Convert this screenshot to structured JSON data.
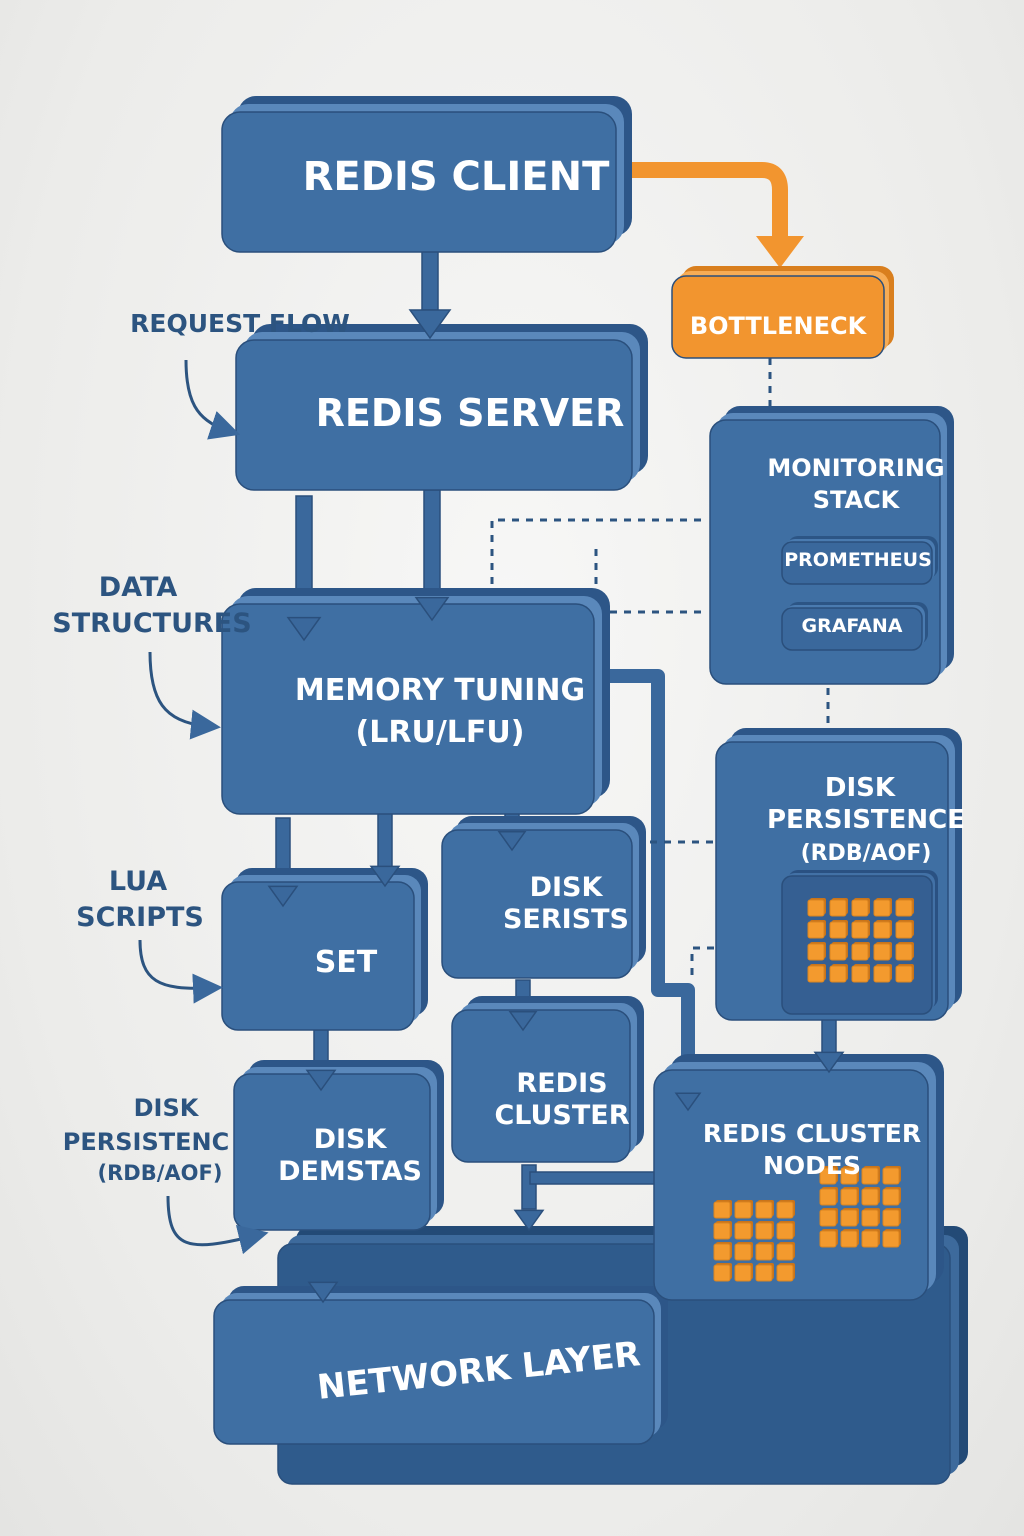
{
  "colors": {
    "box_front": "#3f6fa3",
    "box_top": "#5a88bb",
    "box_side": "#2d5688",
    "box_outline": "#2a4f7c",
    "arrow_blue": "#3a689c",
    "accent_orange": "#f2952f",
    "label_text": "#2c5480",
    "cell_orange": "#f39a2e"
  },
  "boxes": {
    "redis_client": "REDIS CLIENT",
    "redis_server": "REDIS SERVER",
    "memory_tuning": [
      "MEMORY TUNING",
      "(LRU/LFU)"
    ],
    "set": "SET",
    "disk_serists": [
      "DISK",
      "SERISTS"
    ],
    "disk_demstas": [
      "DISK",
      "DEMSTAS"
    ],
    "redis_cluster": [
      "REDIS",
      "CLUSTER"
    ],
    "network_layer": "NETWORK LAYER",
    "bottleneck": "BOTTLENECK",
    "monitoring_stack": [
      "MONITORING",
      "STACK"
    ],
    "prometheus": "PROMETHEUS",
    "grafana": "GRAFANA",
    "disk_persistence": [
      "DISK",
      "PERSISTENCE",
      "(RDB/AOF)"
    ],
    "redis_cluster_nodes": [
      "REDIS CLUSTER",
      "NODES"
    ]
  },
  "side_labels": {
    "request_flow": [
      "REQUEST FLOW"
    ],
    "data_structures": [
      "DATA",
      "STRUCTURES"
    ],
    "lua_scripts": [
      "LUA",
      "SCRIPTS"
    ],
    "disk_persistenc": [
      "DISK",
      "PERSISTENC",
      "(RDB/AOF)"
    ]
  },
  "icons": {
    "down_arrow": "arrow-down-icon",
    "curved_arrow": "curved-arrow-icon",
    "dotted_connector": "dotted-connector-icon",
    "grid_block": "grid-block-icon"
  }
}
